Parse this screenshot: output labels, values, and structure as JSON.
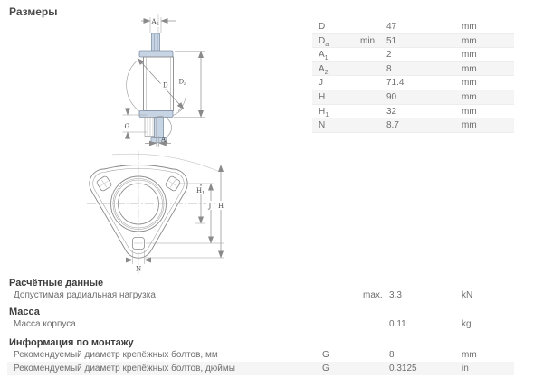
{
  "title": "Размеры",
  "dimensions": {
    "rows": [
      {
        "sym": "D",
        "sub": "",
        "qual": "",
        "value": "47",
        "unit": "mm"
      },
      {
        "sym": "D",
        "sub": "a",
        "qual": "min.",
        "value": "51",
        "unit": "mm"
      },
      {
        "sym": "A",
        "sub": "1",
        "qual": "",
        "value": "2",
        "unit": "mm"
      },
      {
        "sym": "A",
        "sub": "2",
        "qual": "",
        "value": "8",
        "unit": "mm"
      },
      {
        "sym": "J",
        "sub": "",
        "qual": "",
        "value": "71.4",
        "unit": "mm"
      },
      {
        "sym": "H",
        "sub": "",
        "qual": "",
        "value": "90",
        "unit": "mm"
      },
      {
        "sym": "H",
        "sub": "1",
        "qual": "",
        "value": "32",
        "unit": "mm"
      },
      {
        "sym": "N",
        "sub": "",
        "qual": "",
        "value": "8.7",
        "unit": "mm"
      }
    ]
  },
  "calculation": {
    "heading": "Расчётные данные",
    "row": {
      "label": "Допустимая радиальная нагрузка",
      "qual": "max.",
      "value": "3.3",
      "unit": "kN"
    }
  },
  "mass": {
    "heading": "Масса",
    "row": {
      "label": "Масса корпуса",
      "value": "0.11",
      "unit": "kg"
    }
  },
  "mounting": {
    "heading": "Информация по монтажу",
    "rows": [
      {
        "label": "Рекомендуемый диаметр крепёжных болтов, мм",
        "sym": "G",
        "value": "8",
        "unit": "mm"
      },
      {
        "label": "Рекомендуемый диаметр крепёжных болтов, дюймы",
        "sym": "G",
        "value": "0.3125",
        "unit": "in"
      }
    ]
  },
  "drawing": {
    "labels": {
      "a2_main": "A",
      "a2_sub": "2",
      "d": "D",
      "da_main": "D",
      "da_sub": "a",
      "g": "G",
      "a1_main": "A",
      "a1_sub": "1",
      "h1_main": "H",
      "h1_sub": "1",
      "j": "J",
      "h": "H",
      "n": "N"
    }
  },
  "colors": {
    "row_alt": "#f5f5f5",
    "section_fill": "#c7d4e4",
    "drawing_line": "#8a8a8a",
    "text": "#6e6e6e",
    "heading": "#3d3d3d"
  }
}
